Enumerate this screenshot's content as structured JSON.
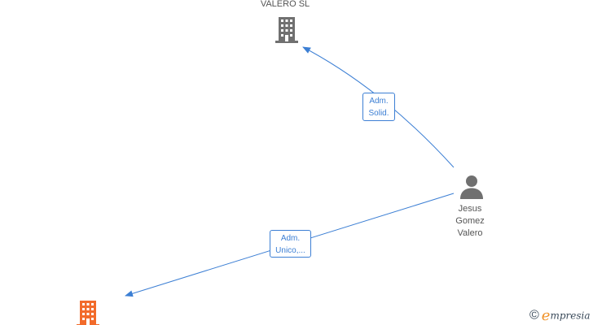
{
  "nodes": {
    "top_company": {
      "name": "VALERO  SL",
      "icon": "building-icon",
      "color": "#707070"
    },
    "person": {
      "name_lines": [
        "Jesus",
        "Gomez",
        "Valero"
      ],
      "icon": "person-icon",
      "color": "#707070"
    },
    "bottom_company": {
      "name": "",
      "icon": "building-icon",
      "color": "#f26b2b"
    }
  },
  "edges": [
    {
      "from": "person",
      "to": "top_company",
      "label_lines": [
        "Adm.",
        "Solid."
      ],
      "color": "#3c7fd4"
    },
    {
      "from": "person",
      "to": "bottom_company",
      "label_lines": [
        "Adm.",
        "Unico,..."
      ],
      "color": "#3c7fd4"
    }
  ],
  "brand": {
    "copyright_symbol": "©",
    "logo_initial": "e",
    "logo_rest": "mpresia"
  }
}
